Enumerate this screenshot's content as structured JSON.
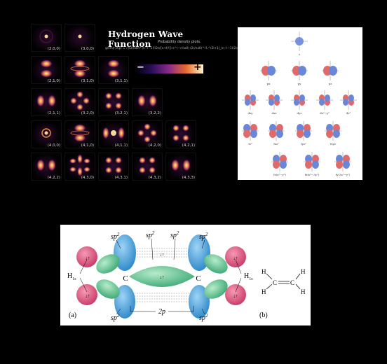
{
  "wave_function_panel": {
    "title": "Hydrogen Wave Function",
    "subtitle": "Probability density plots.",
    "formula": "ψnlm(r,θ,φ) = √((2/na0)³ (n−l−1)!/2n[(n+l)!]) e^(−r/na0) (2r/na0)^l L^(2l+1)_(n−l−1)(2r/na0) · Ylm(θ,φ)",
    "colorbar_minus": "−",
    "colorbar_plus": "+",
    "orbitals": [
      {
        "label": "(2,0,0)"
      },
      {
        "label": "(3,0,0)"
      },
      {
        "label": "(2,1,0)"
      },
      {
        "label": "(3,1,0)"
      },
      {
        "label": "(3,1,1)"
      },
      {
        "label": "(2,1,1)"
      },
      {
        "label": "(3,2,0)"
      },
      {
        "label": "(3,2,1)"
      },
      {
        "label": "(3,2,2)"
      },
      {
        "label": "(4,0,0)"
      },
      {
        "label": "(4,1,0)"
      },
      {
        "label": "(4,1,1)"
      },
      {
        "label": "(4,2,0)"
      },
      {
        "label": "(4,2,1)"
      },
      {
        "label": "(4,2,2)"
      },
      {
        "label": "(4,3,0)"
      },
      {
        "label": "(4,3,1)"
      },
      {
        "label": "(4,3,2)"
      },
      {
        "label": "(4,3,3)"
      }
    ]
  },
  "orbital_shapes_panel": {
    "labels": [
      "s",
      "px",
      "py",
      "pz",
      "dxy",
      "dxz",
      "dyz",
      "dx²−y²",
      "dz²",
      "fz³",
      "fxz²",
      "fyz²",
      "fxyz",
      "fz(x²−y²)",
      "fx(x²−3y²)",
      "fy(3x²−y²)"
    ]
  },
  "ethylene_panel": {
    "sp2": "sp",
    "sp2_sup": "2",
    "carbon": "C",
    "hydrogen_1s": "H",
    "hydrogen_1s_sub": "1s",
    "pi_label": "2p",
    "spin_pair": "↓↑",
    "part_a": "(a)",
    "part_b": "(b)",
    "struct_h": "H",
    "struct_c": "C"
  },
  "colors": {
    "sp2_blue": "#3a9ad9",
    "sigma_green": "#5cc28c",
    "hydrogen_pink": "#e0507a",
    "phase_red": "#e06a6a",
    "phase_blue": "#6a86d9"
  }
}
